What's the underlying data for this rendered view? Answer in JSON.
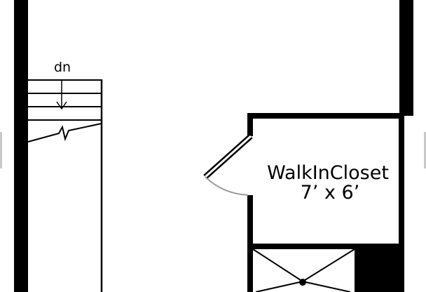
{
  "stairs": {
    "direction_label": "dn"
  },
  "rooms": [
    {
      "name": "WalkInCloset",
      "dimensions": "7’ x 6’"
    }
  ],
  "colors": {
    "wall": "#000000",
    "background": "#ffffff",
    "door_swing": "#9a9a9a",
    "edge_marker": "#c8c8c8"
  }
}
